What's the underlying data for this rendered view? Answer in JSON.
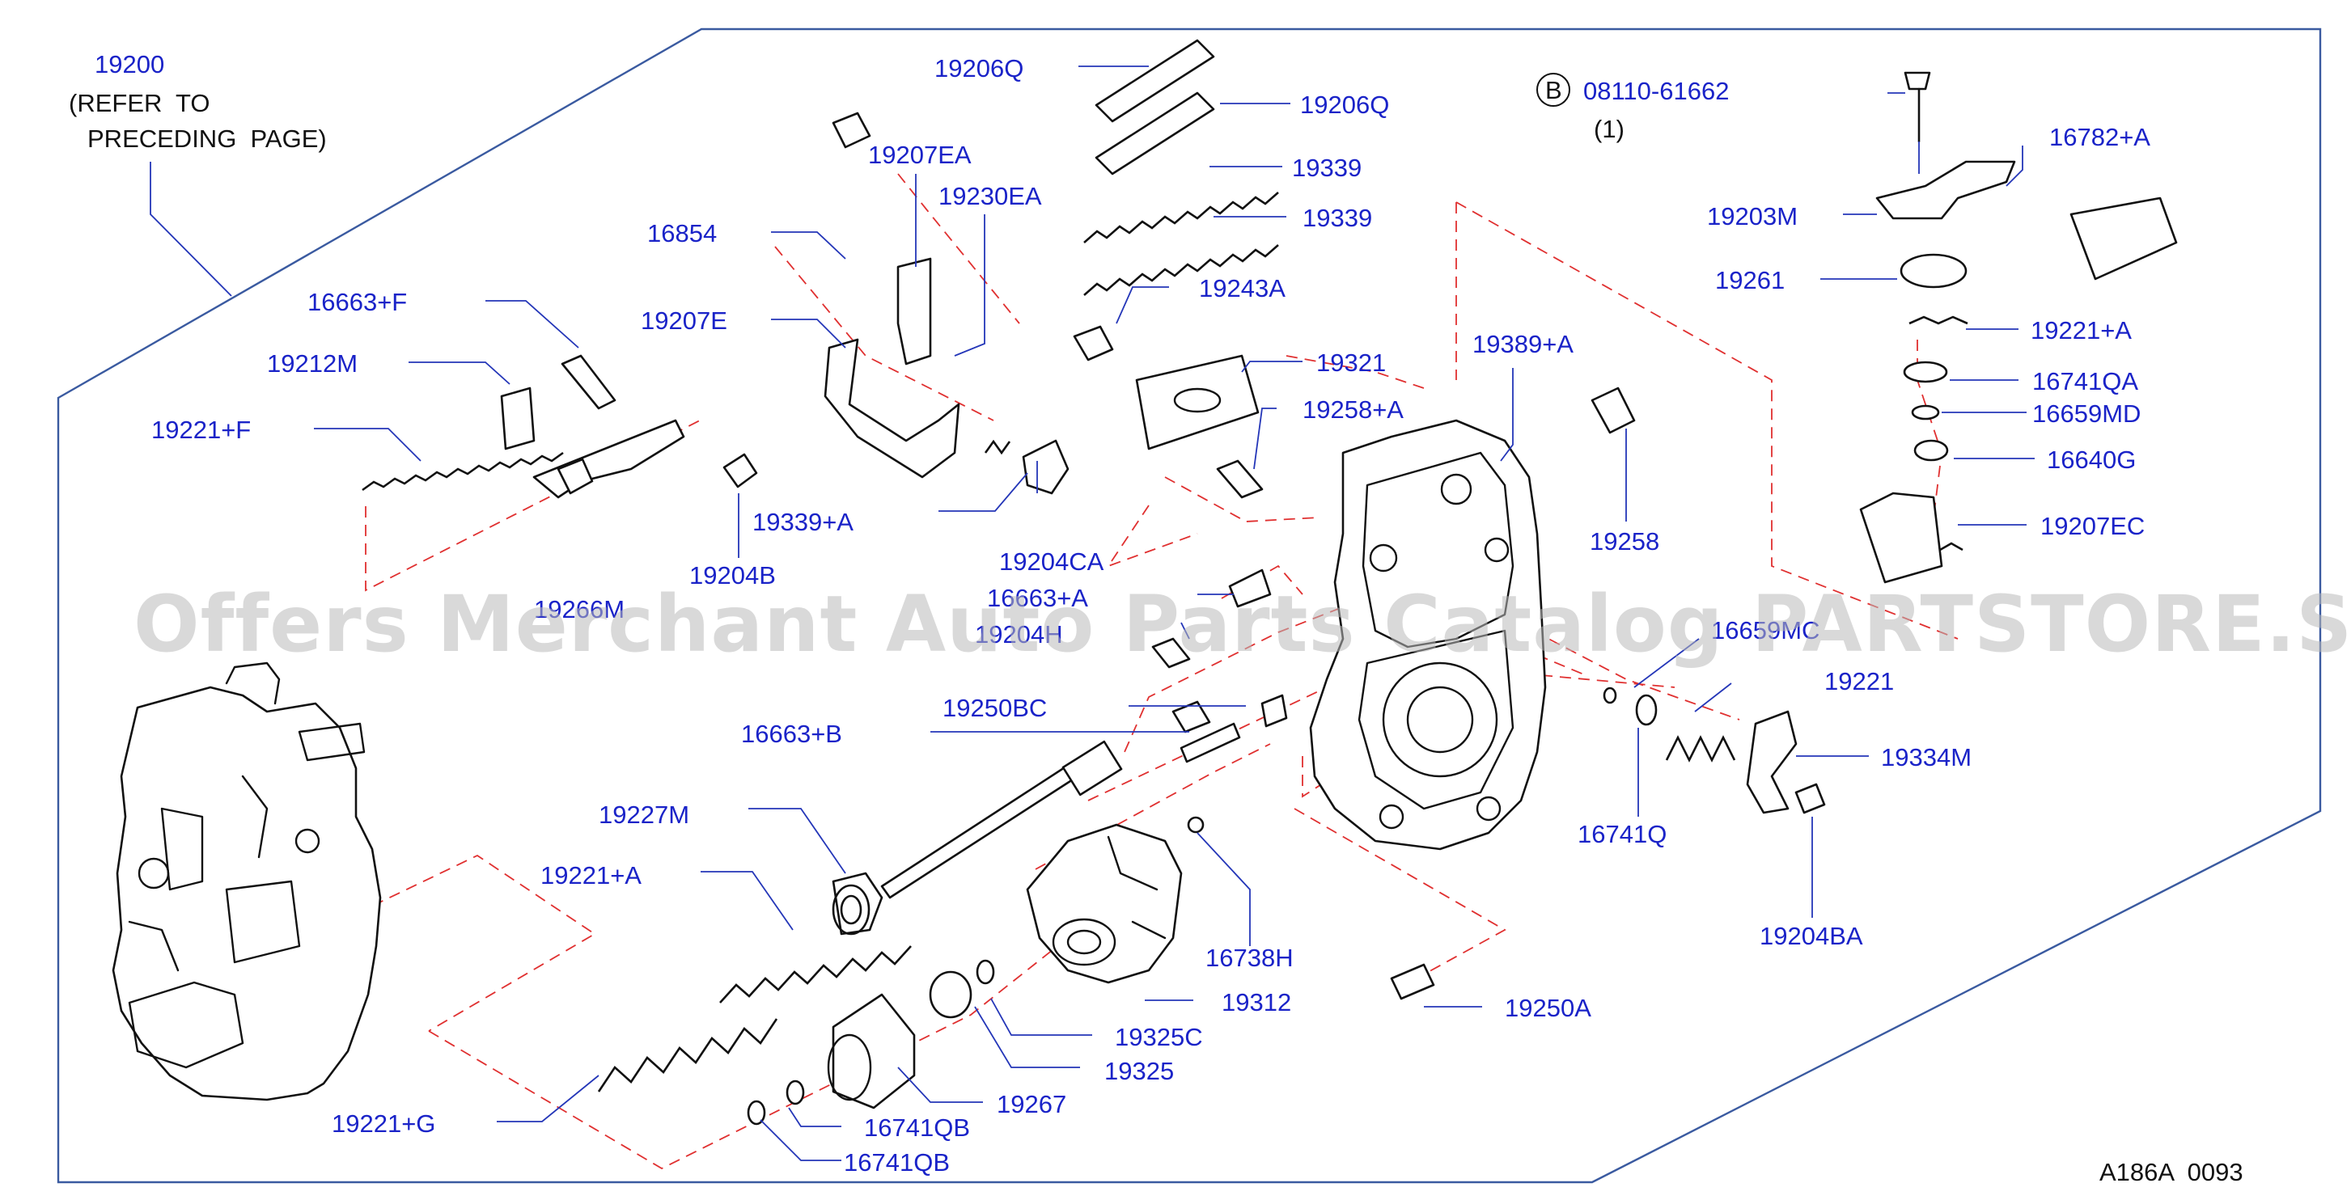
{
  "diagram": {
    "assembly_note": {
      "number": "19200",
      "line1": "(REFER  TO",
      "line2": "PRECEDING  PAGE)"
    },
    "bolt_note": {
      "badge": "B",
      "part": "08110-61662",
      "qty": "(1)"
    },
    "reference_code": "A186A  0093",
    "watermark": "Offers Merchant Auto Parts Catalog PARTSTORE.SA",
    "labels": [
      "19206Q",
      "19206Q",
      "19339",
      "19339",
      "19207EA",
      "19230EA",
      "16854",
      "19207E",
      "16663+F",
      "19212M",
      "19221+F",
      "19243A",
      "19321",
      "19258+A",
      "19389+A",
      "19258",
      "19339+A",
      "19204B",
      "19204CA",
      "16663+A",
      "19204H",
      "19250BC",
      "16663+B",
      "19227M",
      "19221+A",
      "16738H",
      "19312",
      "19325C",
      "19325",
      "19267",
      "19221+G",
      "16741QB",
      "16741QB",
      "19250A",
      "16782+A",
      "19203M",
      "19261",
      "19221+A",
      "16741QA",
      "16659MD",
      "16640G",
      "19207EC",
      "16659MC",
      "19221",
      "19334M",
      "16741Q",
      "19204BA",
      "19266M"
    ],
    "colors": {
      "label": "#1a23c8",
      "dashed_guide": "#e03030",
      "frame": "#3a5aa0"
    }
  }
}
